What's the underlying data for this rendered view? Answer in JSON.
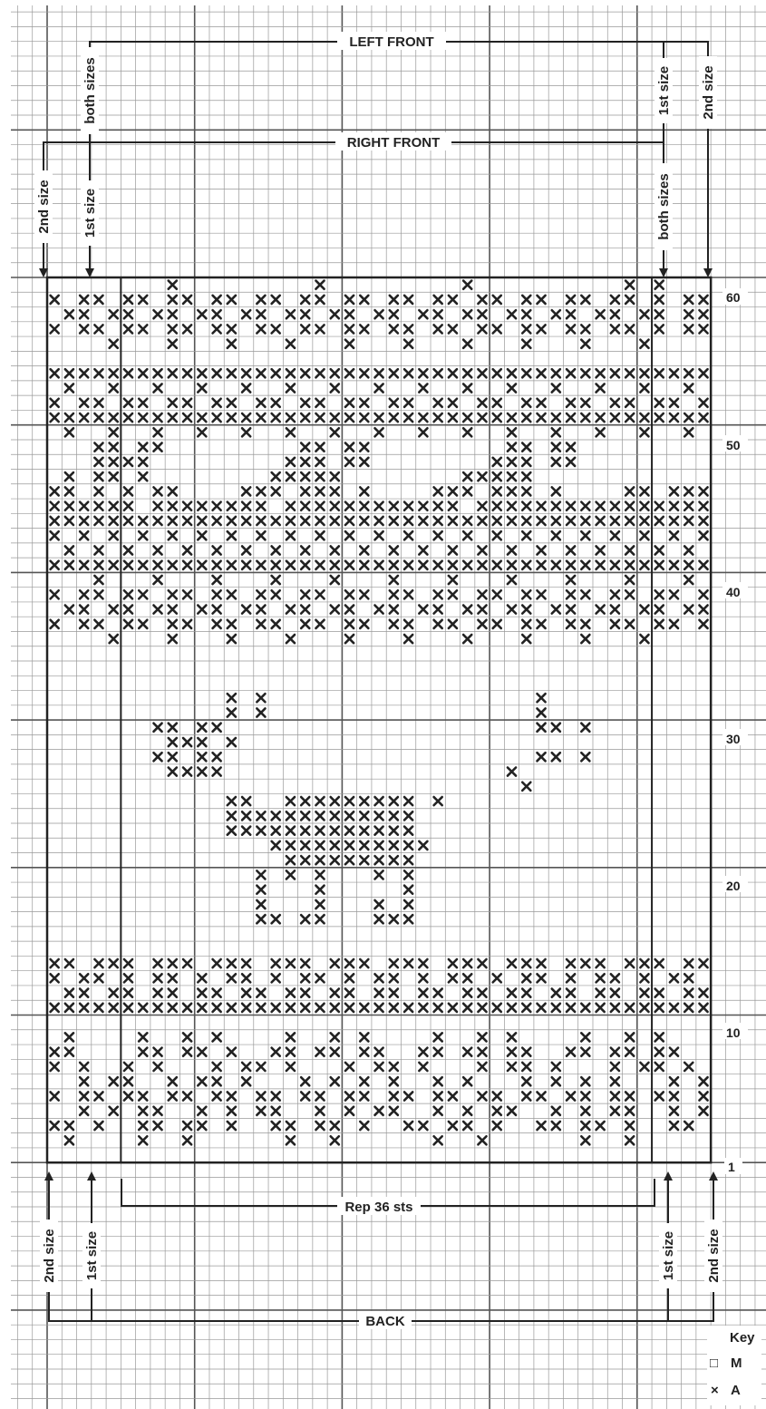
{
  "labels": {
    "left_front": "LEFT FRONT",
    "right_front": "RIGHT FRONT",
    "back": "BACK",
    "repeat": "Rep 36 sts",
    "both_sizes": "both sizes",
    "first_size": "1st size",
    "second_size": "2nd size"
  },
  "row_numbers": [
    "60",
    "50",
    "40",
    "30",
    "20",
    "10",
    "1"
  ],
  "key": {
    "title": "Key",
    "items": [
      {
        "symbol": "□",
        "label": "M"
      },
      {
        "symbol": "×",
        "label": "A"
      }
    ]
  },
  "chart_data": {
    "type": "knitting-chart",
    "rows": 60,
    "columns": 45,
    "repeat_stitches": 36,
    "symbols": {
      "blank": "M",
      "x": "A"
    },
    "pattern_rows_top_down": [
      "........x.........x.........x..........x.x...",
      "x.xx.xx.xx.xx.xx.xx.xx.xx.xx.xx.xx.xx.xx.x.xx",
      ".xx.xx.xx.xx.xx.xx.xx.xx.xx.xx.xx.xx.xx.xx.xx",
      "x.xx.xx.xx.xx.xx.xx.xx.xx.xx.xx.xx.xx.xx.x.xx",
      "....x...x...x...x...x...x...x...x...x...x....",
      ".............................................",
      "xxxxxxxxxxxxxxxxxxxxxxxxxxxxxxxxxxxxxxxxxxxxx",
      ".x..x..x..x..x..x..x..x..x..x..x..x..x..x..x.",
      "x.xx.xx.xx.xx.xx.xx.xx.xx.xx.xx.xx.xx.xx.xx.x",
      "xxxxxxxxxxxxxxxxxxxxxxxxxxxxxxxxxxxxxxxxxxxxx",
      ".x..x..x..x..x..x..x..x..x..x..x..x..x..x..x.",
      "...xx.xx.........xx.xx.........xx.xx.........",
      "...xxxx.........xxx.xx........xxx.xx.........",
      ".x.xx.x........xxxxx........xxxxx............",
      "xx.x.x.xx....xxx.xxx.x....xxx.xxx.x....xx.xxx",
      "xxxxxx.xxxxxxxx.xxxxxxxxxxxx.xxxxxxxxxxxxxxxx",
      "xxxxxxxxxxxxxxxxxxxxxxxxxxxxxxxxxxxxxxxxxxxxx",
      "x.x.x.x.x.x.x.x.x.x.x.x.x.x.x.x.x.x.x.x.x.x.x",
      ".x.x.x.x.x.x.x.x.x.x.x.x.x.x.x.x.x.x.x.x.x.x.",
      "xxxxxxxxxxxxxxxxxxxxxxxxxxxxxxxxxxxxxxxxxxxxx",
      "...x...x...x...x...x...x...x...x...x...x...x.",
      "x.xx.xx.xx.xx.xx.xx.xx.xx.xx.xx.xx.xx.xx.xx.x",
      ".xx.xx.xx.xx.xx.xx.xx.xx.xx.xx.xx.xx.xx.xx.xx",
      "x.xx.xx.xx.xx.xx.xx.xx.xx.xx.xx.xx.xx.xx.xx.x",
      "....x...x...x...x...x...x...x...x...x...x....",
      ".............................................",
      ".............................................",
      ".............................................",
      "............x.x..................x...........",
      "............x.x..................x...........",
      ".......xx.xx.....................xx.x........",
      "........xxx.x................................",
      ".......xx.xx.....................xx.x........",
      "........xxxx...................x.............",
      "................................x............",
      "............xx..xxxxxxxxx.x..................",
      "............xxxxxxxxxxxxx....................",
      "............xxxxxxxxxxxxx....................",
      "...............xxxxxxxxxxx...................",
      "................xxxxxxxxx....................",
      "..............x.x.x...x.x....................",
      "..............x...x.....x....................",
      "..............x...x...x.x....................",
      "..............xx.xx...xxx....................",
      ".............................................",
      ".............................................",
      "xx.xxx.xxx.xxx.xxx.xxx.xxx.xxx.xxx.xxx.xxx.xx",
      "x.xx.x.xx.x.xx.x.xx.x.xx.x.xx.x.xx.x.xx.x.xx.",
      ".xx.xx.xx.xx.xx.xx.xx.xx.xx.xx.xx.xx.xx.xx.xx",
      "xxxxxxxxxxxxxxxxxxxxxxxxxxxxxxxxxxxxxxxxxxxxx",
      ".............................................",
      ".x....x..x.x....x..x.x....x..x.x....x..x.x...",
      "xx....xx.xx.x..xx.xx.xx..xx.xx.xx..xx.xx.xx..",
      "x.x..x.x...x.xx.x...x.xx.x...x.xx.x...x.xx.x.",
      "..x.xx..x.xx.x...x.x.x.x..x.x...x.x.x.x...x.x",
      "x.xx.xx.xx.xx.xx.xx.xx.xx.xx.xx.xx.xx.xx.xx.x",
      "..x.x.xx..x.x.xx..x.x.xx..x.x.xx..x.x.xx..x.x",
      "xx.x..xx.xx.x..xx.xx.x..xx.xx.x..xx.xx.x..xx.",
      ".x....x..x......x..x......x..x......x..x.....",
      "............................................."
    ]
  }
}
